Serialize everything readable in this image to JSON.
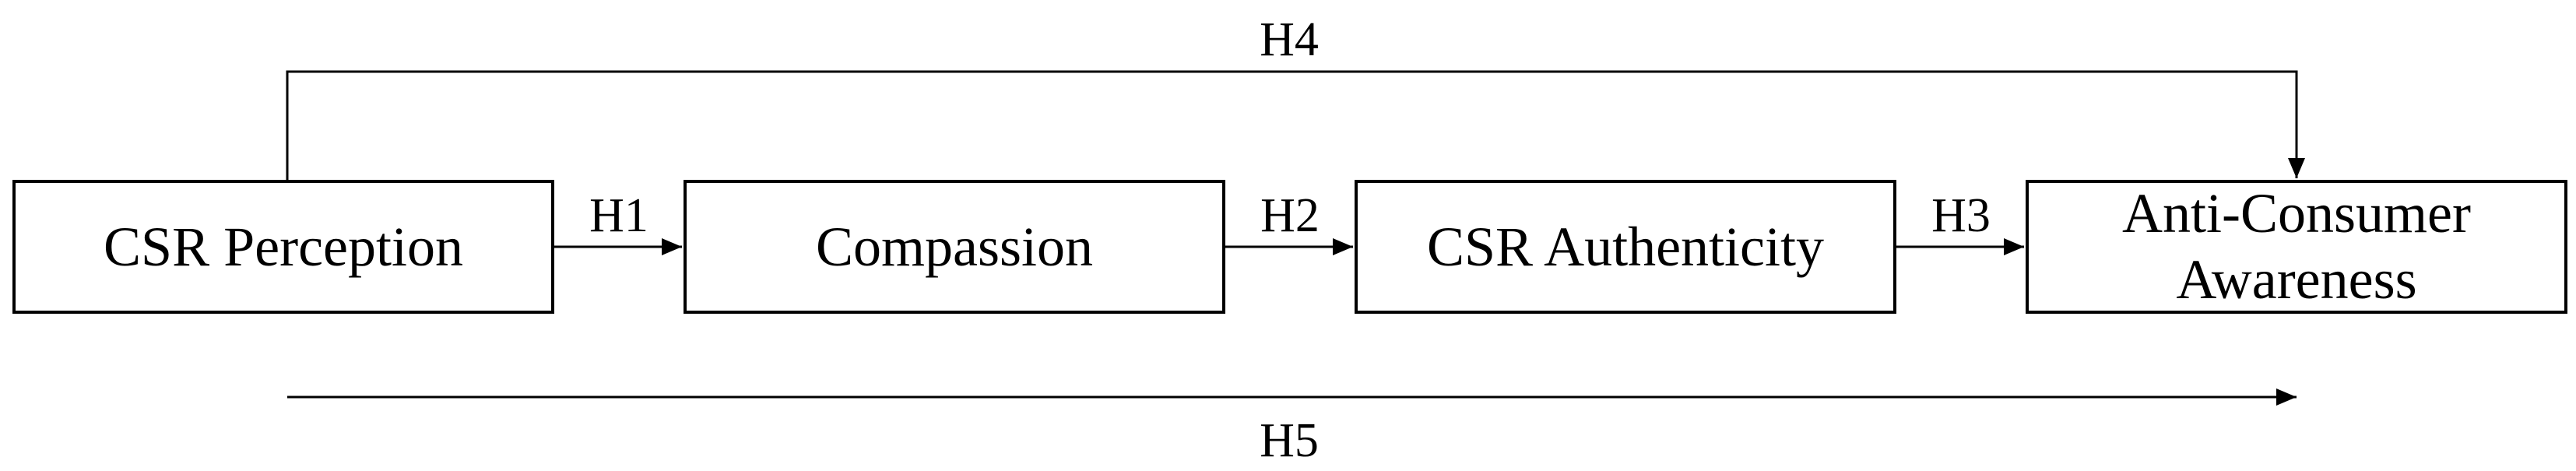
{
  "nodes": [
    {
      "id": "csr-perception",
      "label": "CSR Perception"
    },
    {
      "id": "compassion",
      "label": "Compassion"
    },
    {
      "id": "csr-authenticity",
      "label": "CSR Authenticity"
    },
    {
      "id": "anti-consumer-awareness",
      "label_lines": [
        "Anti-Consumer",
        "Awareness"
      ]
    }
  ],
  "hypotheses": {
    "h1": {
      "label": "H1",
      "from": "csr-perception",
      "to": "compassion"
    },
    "h2": {
      "label": "H2",
      "from": "compassion",
      "to": "csr-authenticity"
    },
    "h3": {
      "label": "H3",
      "from": "csr-authenticity",
      "to": "anti-consumer-awareness"
    },
    "h4": {
      "label": "H4",
      "from": "csr-perception",
      "to": "anti-consumer-awareness"
    },
    "h5": {
      "label": "H5",
      "from": "csr-perception",
      "to": "anti-consumer-awareness"
    }
  },
  "colors": {
    "stroke": "#000000",
    "text": "#000000",
    "background": "#ffffff"
  }
}
